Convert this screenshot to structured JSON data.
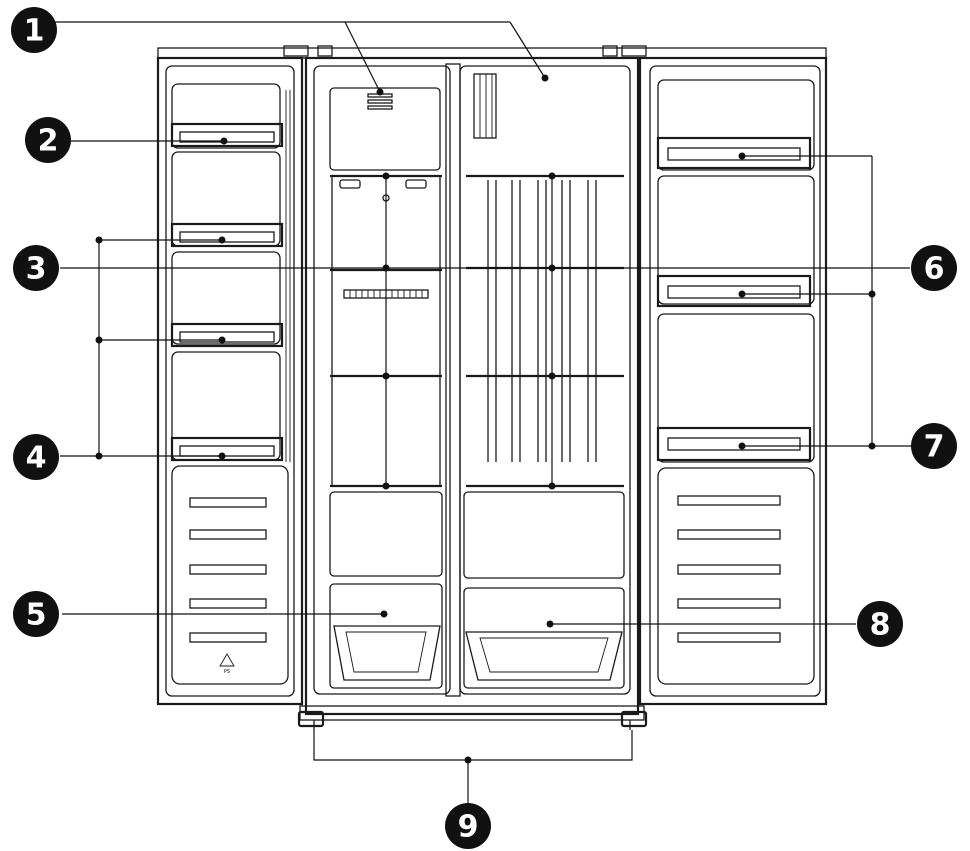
{
  "callouts": [
    "1",
    "2",
    "3",
    "4",
    "5",
    "6",
    "7",
    "8",
    "9"
  ],
  "recycle_mark": "PS",
  "colors": {
    "line": "#1a1a1a",
    "badge": "#111111",
    "background": "#ffffff"
  }
}
